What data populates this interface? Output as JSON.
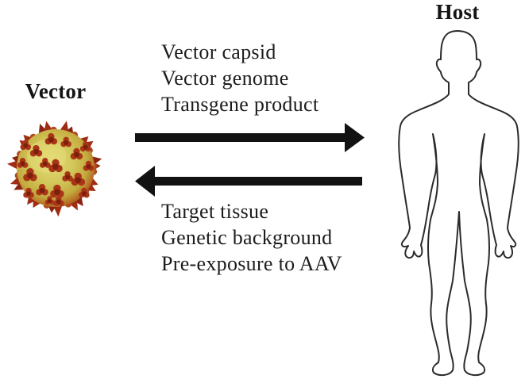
{
  "diagram": {
    "title_left": "Vector",
    "title_right": "Host",
    "forward_arrow": {
      "direction": "vector-to-host",
      "lines": [
        "Vector capsid",
        "Vector genome",
        "Transgene product"
      ]
    },
    "reverse_arrow": {
      "direction": "host-to-vector",
      "lines": [
        "Target tissue",
        "Genetic background",
        "Pre-exposure to AAV"
      ]
    },
    "icons": {
      "vector_icon": "aav-capsid-icon",
      "host_icon": "human-body-outline-icon"
    },
    "colors": {
      "background": "#ffffff",
      "text": "#1c1c1c",
      "arrow": "#121212",
      "body_outline": "#2b2b2b",
      "capsid_core": "#cfc455",
      "capsid_spikes": "#9b2c14"
    }
  }
}
